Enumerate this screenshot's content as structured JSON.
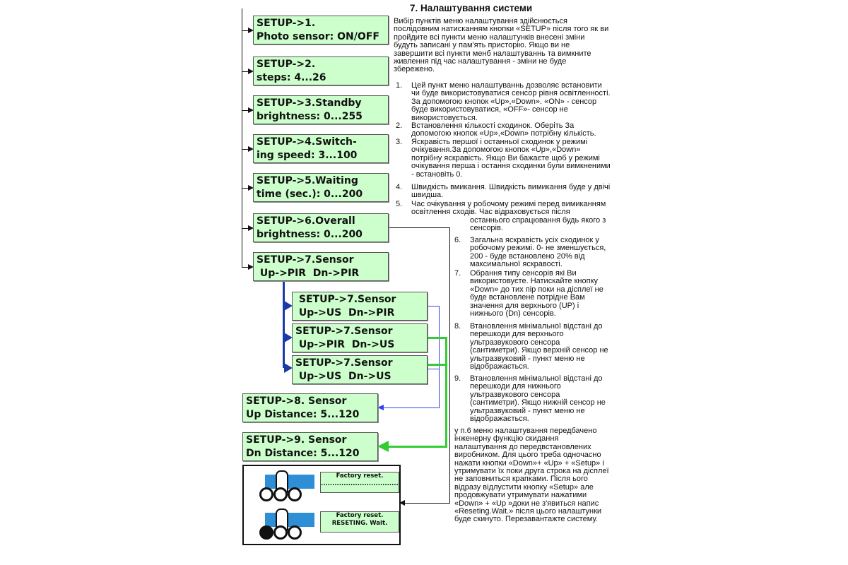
{
  "diagram": {
    "boxes": [
      {
        "l1": "SETUP->1.",
        "l2": "Photo sensor: ON/OFF"
      },
      {
        "l1": "SETUP->2.",
        "l2": "steps: 4...26"
      },
      {
        "l1": "SETUP->3.Standby",
        "l2": "brightness: 0...255"
      },
      {
        "l1": "SETUP->4.Switch-",
        "l2": "ing speed: 3...100"
      },
      {
        "l1": "SETUP->5.Waiting",
        "l2": "time (sec.): 0...200"
      },
      {
        "l1": "SETUP->6.Overall",
        "l2": "brightness: 0...200"
      },
      {
        "l1": "SETUP->7.Sensor",
        "l2": " Up->PIR  Dn->PIR"
      },
      {
        "l1": " SETUP->7.Sensor",
        "l2": " Up->US  Dn->PIR"
      },
      {
        "l1": "SETUP->7.Sensor",
        "l2": " Up->PIR  Dn->US"
      },
      {
        "l1": "SETUP->7.Sensor",
        "l2": " Up->US  Dn->US"
      },
      {
        "l1": "SETUP->8. Sensor",
        "l2": "Up Distance: 5...120"
      },
      {
        "l1": "SETUP->9. Sensor",
        "l2": "Dn Distance: 5...120"
      }
    ],
    "reset": {
      "screen1": {
        "l1": "Factory reset.",
        "l2": "........................................"
      },
      "screen2": {
        "l1": "Factory reset.",
        "l2": "RESETING. Wait."
      }
    }
  },
  "text": {
    "title": "7. Налаштування системи",
    "intro": "Вибір пунктів меню налаштування здійснюється послідовним натисканням кнопки «SETUP» після того як ви пройдите всі пункти меню налаштунків внесені зміни будуть записані у пам'ять присторію. Якщо ви не завершити всі пункти менб налаштуваннь та вимкните живлення під час налаштування - зміни не буде збережено.",
    "items": [
      {
        "n": "1.",
        "t": "Цей пункт меню налаштуваннь дозволяє встановити чи буде використовуватися сенсор рівня освітленності. За допомогою кнопок «Up»,«Down». «ON» - сенсор буде використовуватися, «OFF»- сенсор не використовується."
      },
      {
        "n": "2.",
        "t": "Встановлення кількості сходинок. Оберіть За допомогою кнопок «Up»,«Down» потрібну кількість."
      },
      {
        "n": "3.",
        "t": "Яскравість першої і останньої сходинок у режимі очікування.За допомогою кнопок «Up»,«Down» потрібну яскравість. Якщо Ви бажаєте щоб у режимі очікування перша і остання сходинки були вимкненими - встановіть 0."
      },
      {
        "n": "4.",
        "t": "Швидкість вмикання. Швидкість вимикання буде у двічі швидша."
      },
      {
        "n": "5.",
        "t": "Час очікування у робочому режимі перед вимиканням освітлення сходів. Час відраховується після",
        "t2": "останнього спрацювання будь якого з сенсорів."
      },
      {
        "n": "6.",
        "t": "Загальна яскравість усіх сходинок у робочому режимі. 0- не зменшується, 200 - буде встановлено 20% від максимальної яскравості."
      },
      {
        "n": "7.",
        "t": "Обрання типу сенсорів які Ви використовуєте. Натискайте кнопку «Down» до тих пір поки на дісплеї не буде встановлене потрідне Вам значення для верхнього (UP) і нижнього (Dn) сенсорів."
      },
      {
        "n": "8.",
        "t": "Втановлення мінімальної відстані до перешкоди для верхнього ультразвукового сенсора (сантиметри). Якщо верхній сенсор не ультразвуковий - пункт меню не відображається."
      },
      {
        "n": "9.",
        "t": "Втановлення мінімальної відстані до перешкоди для нижнього ультразвукового сенсора (сантиметри). Якщо нижній сенсор не ультразвуковий - пункт меню не відображається."
      }
    ],
    "outro": "у п.6 меню налаштування передбачено інженерну функцію скидання налаштування до передвстановлених виробником. Для цього треба одночасно нажати кнопки «Down»+ «Up» + «Setup» і утримувати їх поки друга строка на дісплеї не заповниться крапками. Після ього відразу відлустити кнопку «Setup» але продовжувати утримувати нажатими «Down» + «Up »доки не з'явиться напис «Reseting.Wait.» після цього налаштунки буде скинуто. Перезавантажте систему."
  }
}
